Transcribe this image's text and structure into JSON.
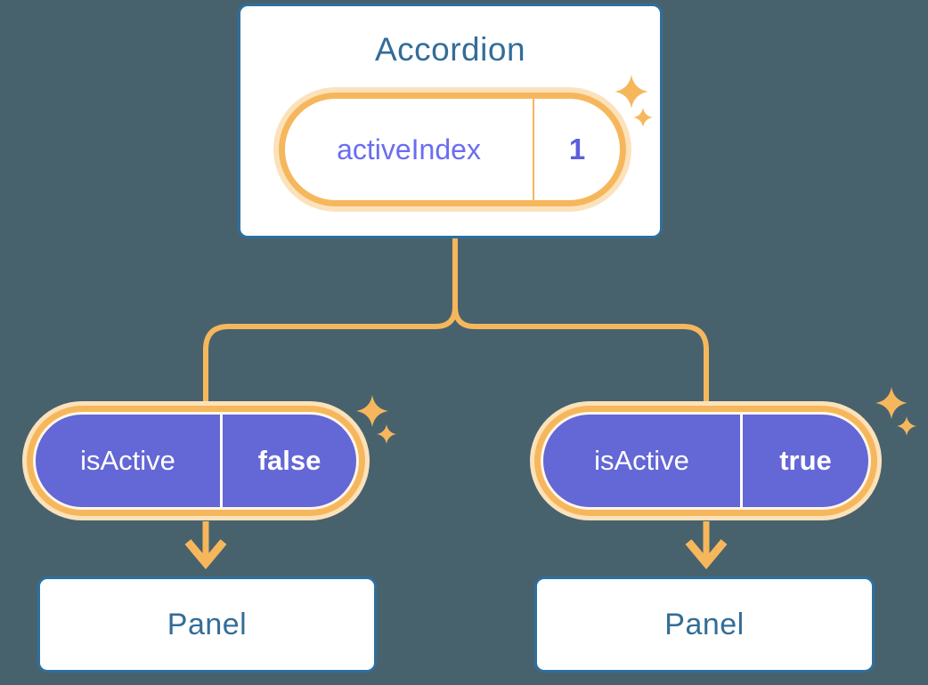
{
  "colors": {
    "background": "#48626d",
    "card_border": "#2e6f9e",
    "heading_text": "#336d98",
    "orange": "#f6b75c",
    "cream": "#fbe2bb",
    "purple": "#6467d6",
    "pill_inner_border": "#fdf6ea",
    "state_name_text": "#6b6df1",
    "state_value_text": "#5c5fdf",
    "prop_text": "#ffffff"
  },
  "diagram": {
    "root": {
      "title": "Accordion",
      "state": {
        "name": "activeIndex",
        "value": "1"
      }
    },
    "children": [
      {
        "prop": {
          "name": "isActive",
          "value": "false"
        },
        "node": {
          "title": "Panel"
        }
      },
      {
        "prop": {
          "name": "isActive",
          "value": "true"
        },
        "node": {
          "title": "Panel"
        }
      }
    ]
  }
}
